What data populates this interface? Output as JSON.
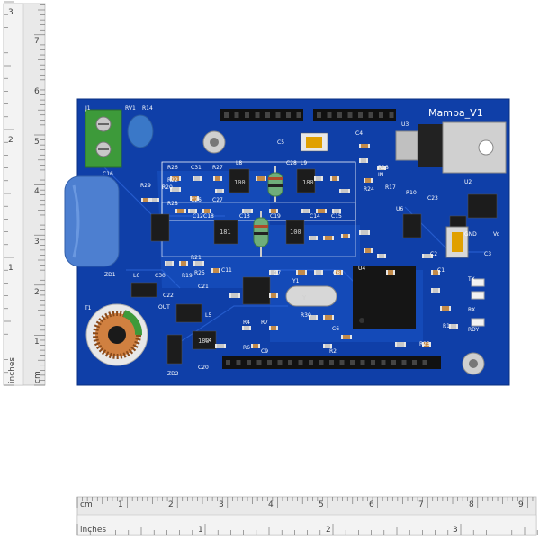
{
  "board": {
    "title": "Mamba_V1",
    "labels": [
      "J1",
      "RV1",
      "R14",
      "C16",
      "ZD1",
      "L6",
      "T1",
      "C30",
      "C22",
      "OUT",
      "ZD2",
      "R26",
      "R27",
      "R22",
      "C31",
      "C26",
      "C27",
      "L8",
      "C28",
      "L9",
      "R19",
      "R20",
      "R29",
      "R28",
      "C12",
      "C18",
      "C13",
      "C19",
      "C14",
      "C15",
      "R21",
      "R25",
      "R18",
      "R17",
      "R24",
      "R10",
      "C23",
      "U2",
      "U3",
      "U6",
      "C5",
      "C4",
      "C2",
      "C3",
      "C1",
      "C7",
      "C8",
      "Y1",
      "C11",
      "C21",
      "U4",
      "R4",
      "R7",
      "C9",
      "R6",
      "R30",
      "C6",
      "R2",
      "R23",
      "R1",
      "TX",
      "RX",
      "RDY",
      "L4",
      "L5",
      "C20",
      "IN",
      "GND",
      "Vo"
    ],
    "crystal_text": "Y",
    "chip_texts": [
      "100",
      "180",
      "181",
      "100",
      "180"
    ]
  },
  "ruler_vertical": {
    "unit_top": "inches",
    "unit_bottom": "cm",
    "inch_marks": [
      "1",
      "2",
      "3"
    ],
    "cm_marks": [
      "1",
      "2",
      "3",
      "4",
      "5",
      "6",
      "7"
    ]
  },
  "ruler_horizontal": {
    "unit_top": "cm",
    "unit_bottom": "inches",
    "cm_marks": [
      "1",
      "2",
      "3",
      "4",
      "5",
      "6",
      "7",
      "8",
      "9"
    ],
    "inch_marks": [
      "1",
      "2",
      "3"
    ]
  }
}
